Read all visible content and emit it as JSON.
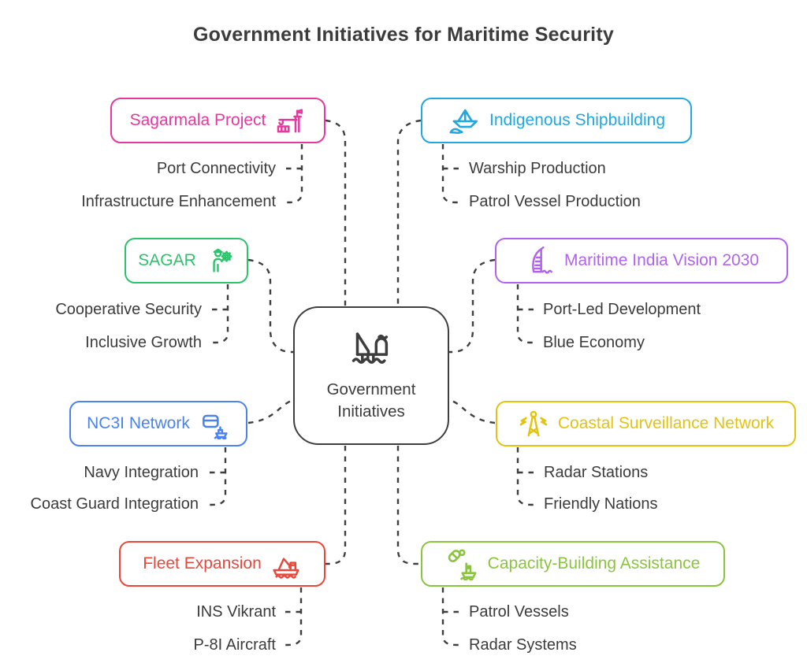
{
  "title": "Government Initiatives for Maritime Security",
  "line_color": "#3f3f3f",
  "text_color": "#3b3b3b",
  "center": {
    "line1": "Government",
    "line2": "Initiatives",
    "icon": "oil-rig-icon"
  },
  "branches": [
    {
      "id": "sagarmala-project",
      "label": "Sagarmala Project",
      "color": "#e5399e",
      "icon": "construction-crane-icon",
      "children": [
        "Port Connectivity",
        "Infrastructure Enhancement"
      ]
    },
    {
      "id": "indigenous-shipbuilding",
      "label": "Indigenous Shipbuilding",
      "color": "#21a8e0",
      "icon": "paper-boat-icon",
      "children": [
        "Warship Production",
        "Patrol Vessel Production"
      ]
    },
    {
      "id": "sagar",
      "label": "SAGAR",
      "color": "#2bc36b",
      "icon": "officer-badge-icon",
      "children": [
        "Cooperative Security",
        "Inclusive Growth"
      ]
    },
    {
      "id": "maritime-india-vision-2030",
      "label": "Maritime India Vision 2030",
      "color": "#b163f0",
      "icon": "sail-building-icon",
      "children": [
        "Port-Led Development",
        "Blue Economy"
      ]
    },
    {
      "id": "nc3i-network",
      "label": "NC3I Network",
      "color": "#4a82f0",
      "icon": "container-ship-icon",
      "children": [
        "Navy Integration",
        "Coast Guard Integration"
      ]
    },
    {
      "id": "coastal-surveillance-network",
      "label": "Coastal Surveillance Network",
      "color": "#e3c312",
      "icon": "signal-tower-icon",
      "children": [
        "Radar Stations",
        "Friendly Nations"
      ]
    },
    {
      "id": "fleet-expansion",
      "label": "Fleet Expansion",
      "color": "#ea473b",
      "icon": "crane-ship-icon",
      "children": [
        "INS Vikrant",
        "P-8I Aircraft"
      ]
    },
    {
      "id": "capacity-building-assistance",
      "label": "Capacity-Building Assistance",
      "color": "#8bc43f",
      "icon": "medical-supply-ship-icon",
      "children": [
        "Patrol Vessels",
        "Radar Systems"
      ]
    }
  ]
}
